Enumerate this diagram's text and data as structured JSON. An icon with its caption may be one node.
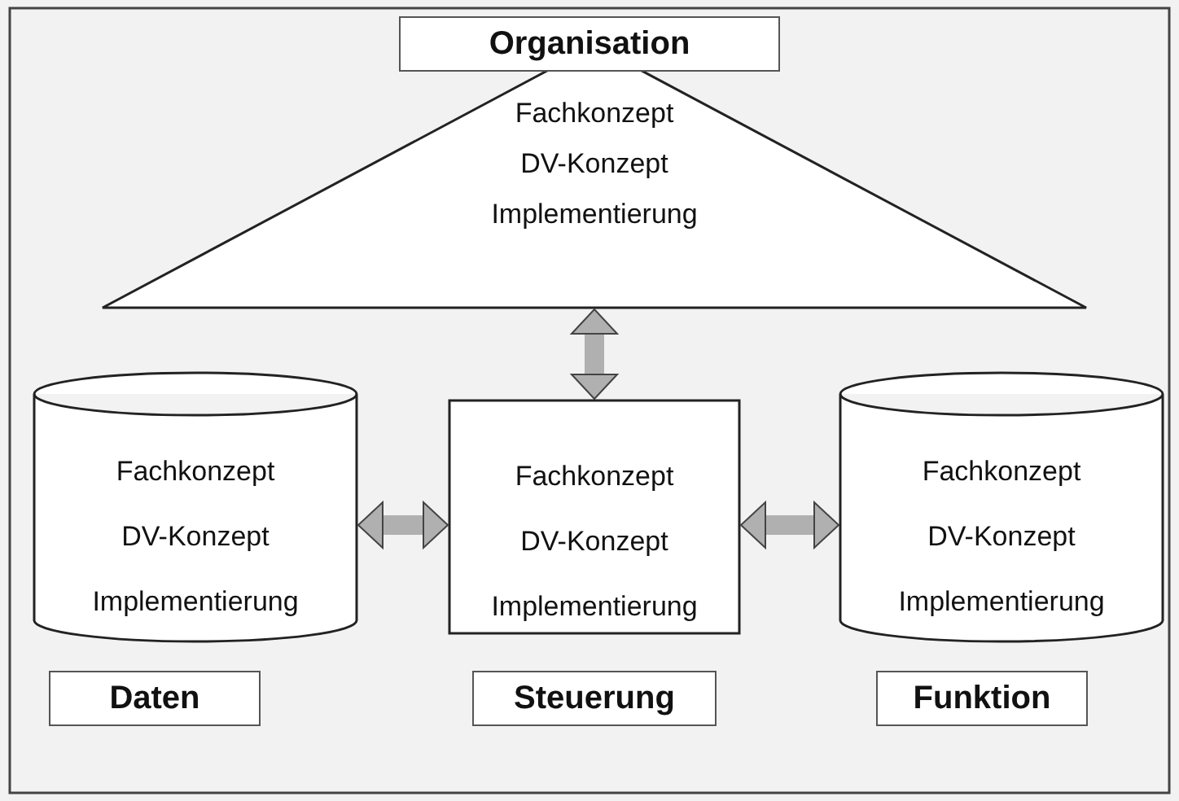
{
  "diagram": {
    "nodes": [
      {
        "text": [
          "Organisation",
          "Fachkonzept",
          "DV-Konzept",
          "Implementierung"
        ]
      },
      {
        "text": [
          "Fachkonzept",
          "DV-Konzept",
          "Implementierung",
          "Daten"
        ]
      },
      {
        "text": [
          "Fachkonzept",
          "DV-Konzept",
          "Implementierung",
          "Steuerung"
        ]
      },
      {
        "text": [
          "Fachkonzept",
          "DV-Konzept",
          "Implementierung",
          "Funktion"
        ]
      }
    ],
    "edges": [
      {
        "from": 0,
        "to": 2,
        "arrow": "both"
      },
      {
        "from": 1,
        "to": 2,
        "arrow": "both"
      },
      {
        "from": 2,
        "to": 3,
        "arrow": "both"
      }
    ]
  }
}
